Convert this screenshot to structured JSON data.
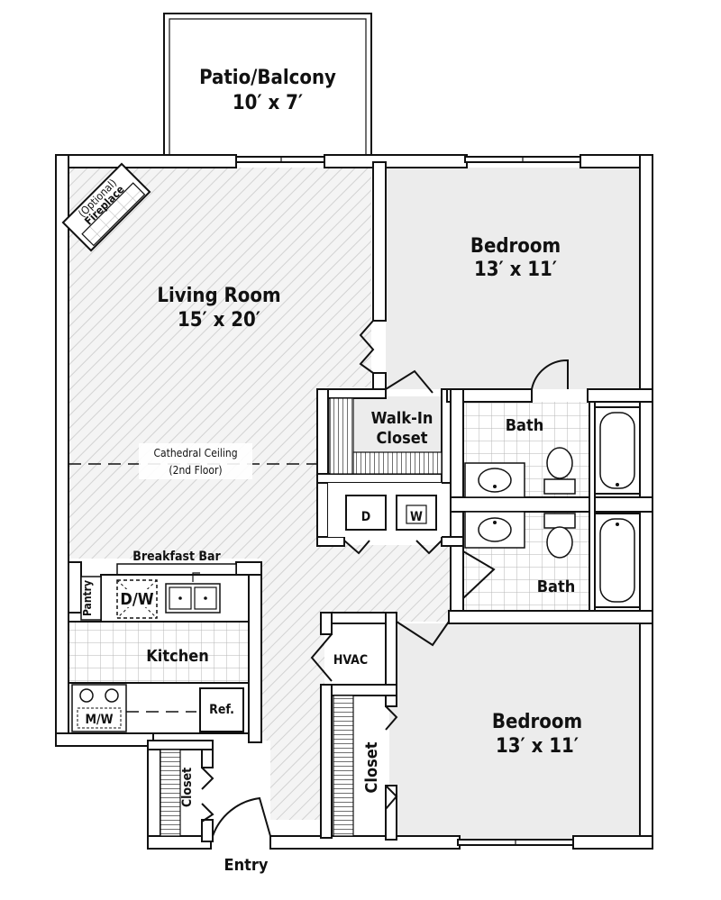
{
  "rooms": {
    "patio": {
      "name": "Patio/Balcony",
      "size": "10′ x 7′"
    },
    "living": {
      "name": "Living Room",
      "size": "15′ x 20′"
    },
    "bedroom1": {
      "name": "Bedroom",
      "size": "13′ x 11′"
    },
    "bedroom2": {
      "name": "Bedroom",
      "size": "13′ x 11′"
    },
    "walkin": {
      "line1": "Walk-In",
      "line2": "Closet"
    },
    "bath1": {
      "name": "Bath"
    },
    "bath2": {
      "name": "Bath"
    },
    "kitchen": {
      "name": "Kitchen"
    },
    "ceiling": {
      "line1": "Cathedral Ceiling",
      "line2": "(2nd Floor)"
    },
    "breakfast_bar": "Breakfast Bar",
    "pantry": "Pantry",
    "fireplace": {
      "note": "(Optional)",
      "name": "Fireplace"
    },
    "dishwasher": "D/W",
    "microwave": "M/W",
    "fridge": "Ref.",
    "dryer": "D",
    "washer": "W",
    "hvac": "HVAC",
    "closet1": "Closet",
    "closet2": "Closet",
    "entry": "Entry"
  },
  "colors": {
    "wall": "#111111",
    "floor_hatch": "#d6d6d6",
    "tile": "#bdbdbd",
    "carpet": "#e4e4e4"
  }
}
